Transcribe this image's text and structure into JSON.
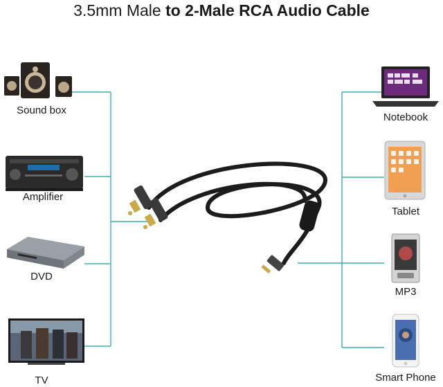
{
  "title": {
    "part_regular": "3.5mm Male",
    "part_bold": " to 2-Male RCA Audio Cable"
  },
  "left_devices": [
    {
      "label": "Sound box",
      "icon": "speaker-system-icon"
    },
    {
      "label": "Amplifier",
      "icon": "amplifier-icon"
    },
    {
      "label": "DVD",
      "icon": "dvd-player-icon"
    },
    {
      "label": "TV",
      "icon": "television-icon"
    }
  ],
  "right_devices": [
    {
      "label": "Notebook",
      "icon": "laptop-icon"
    },
    {
      "label": "Tablet",
      "icon": "tablet-icon"
    },
    {
      "label": "MP3",
      "icon": "mp3-player-icon"
    },
    {
      "label": "Smart Phone",
      "icon": "smartphone-icon"
    }
  ],
  "colors": {
    "connector_lines": "#3bb0b0",
    "cable": "#1c1c1c",
    "gold_tip": "#c9a94a"
  }
}
